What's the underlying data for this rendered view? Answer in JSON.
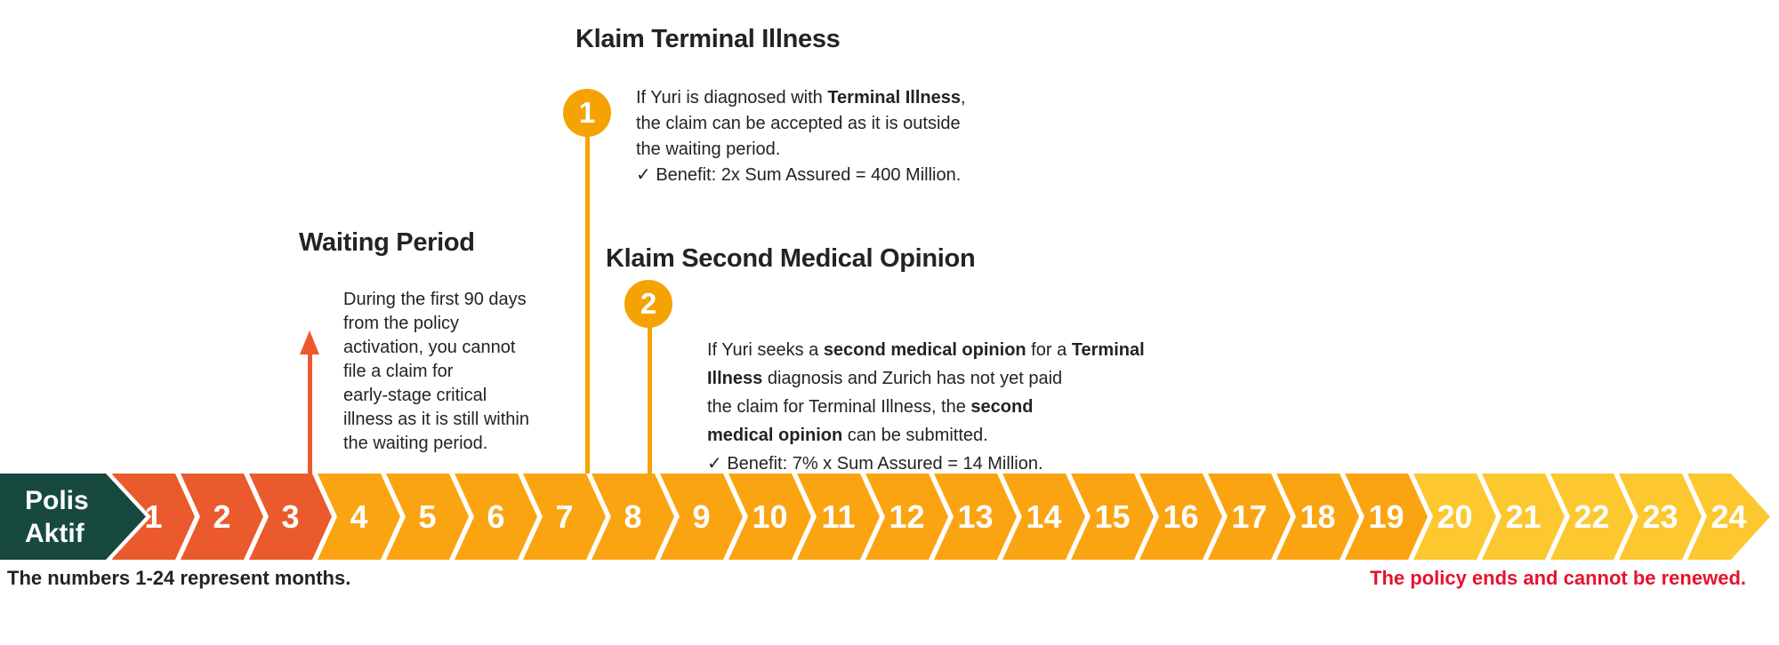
{
  "colors": {
    "green": "#17493F",
    "red_orange": "#EB5A2C",
    "orange": "#FBA412",
    "yellow": "#FDC72F",
    "marker_orange": "#F5A303",
    "red_text": "#E8112D",
    "ink": "#262223"
  },
  "annotations": {
    "terminal_illness": {
      "title": "Klaim Terminal Illness",
      "marker": "1",
      "body": [
        {
          "t": "If Yuri is diagnosed with "
        },
        {
          "t": "Terminal Illness",
          "b": true
        },
        {
          "t": ",\nthe claim can be accepted as it is outside\nthe waiting period.\n"
        },
        {
          "t": "✓ ",
          "icon": "check"
        },
        {
          "t": "Benefit: 2x Sum Assured = 400 Million."
        }
      ]
    },
    "waiting_period": {
      "title": "Waiting Period",
      "body": "During the first 90 days\nfrom the policy\nactivation, you cannot\nfile a claim for\nearly-stage critical\nillness as it is still within\nthe waiting period."
    },
    "second_medical_opinion": {
      "title": "Klaim Second Medical Opinion",
      "marker": "2",
      "body": [
        {
          "t": "If Yuri seeks a "
        },
        {
          "t": "second medical opinion",
          "b": true
        },
        {
          "t": " for a "
        },
        {
          "t": "Terminal\nIllness",
          "b": true
        },
        {
          "t": " diagnosis and Zurich has not yet paid\nthe claim for Terminal Illness, the "
        },
        {
          "t": "second\nmedical opinion",
          "b": true
        },
        {
          "t": " can be submitted.\n"
        },
        {
          "t": "✓ ",
          "icon": "check"
        },
        {
          "t": "Benefit: 7% x Sum Assured = 14 Million."
        }
      ]
    }
  },
  "timeline": {
    "start_label": "Polis\nAktif",
    "months": [
      {
        "label": "1",
        "tone": "red"
      },
      {
        "label": "2",
        "tone": "red"
      },
      {
        "label": "3",
        "tone": "red"
      },
      {
        "label": "4",
        "tone": "orange"
      },
      {
        "label": "5",
        "tone": "orange"
      },
      {
        "label": "6",
        "tone": "orange"
      },
      {
        "label": "7",
        "tone": "orange"
      },
      {
        "label": "8",
        "tone": "orange"
      },
      {
        "label": "9",
        "tone": "orange"
      },
      {
        "label": "10",
        "tone": "orange"
      },
      {
        "label": "11",
        "tone": "orange"
      },
      {
        "label": "12",
        "tone": "orange"
      },
      {
        "label": "13",
        "tone": "orange"
      },
      {
        "label": "14",
        "tone": "orange"
      },
      {
        "label": "15",
        "tone": "orange"
      },
      {
        "label": "16",
        "tone": "orange"
      },
      {
        "label": "17",
        "tone": "orange"
      },
      {
        "label": "18",
        "tone": "orange"
      },
      {
        "label": "19",
        "tone": "orange"
      },
      {
        "label": "20",
        "tone": "yellow"
      },
      {
        "label": "21",
        "tone": "yellow"
      },
      {
        "label": "22",
        "tone": "yellow"
      },
      {
        "label": "23",
        "tone": "yellow"
      },
      {
        "label": "24",
        "tone": "yellow"
      }
    ]
  },
  "footnotes": {
    "left": "The numbers 1-24 represent months.",
    "right": "The policy ends and cannot be renewed."
  }
}
